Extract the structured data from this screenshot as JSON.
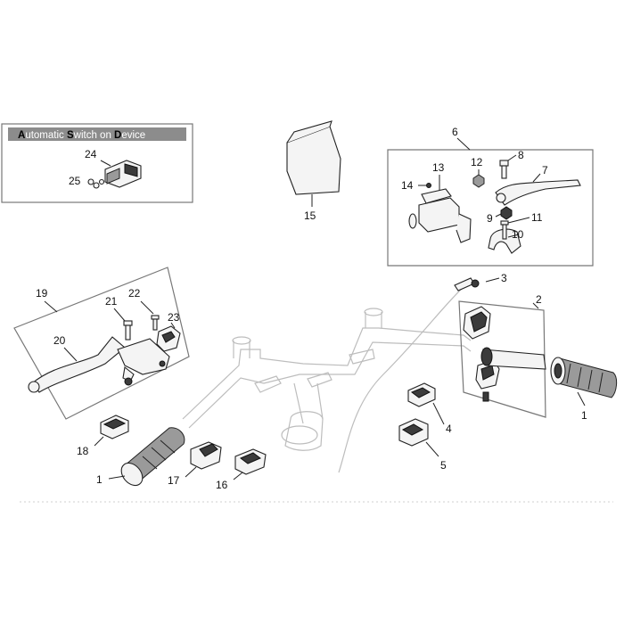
{
  "inset_box": {
    "title_parts": [
      {
        "initial": "A",
        "rest": "utomatic "
      },
      {
        "initial": "S",
        "rest": "witch on "
      },
      {
        "initial": "D",
        "rest": "evice"
      }
    ]
  },
  "callouts": {
    "c1a": "1",
    "c1b": "1",
    "c2": "2",
    "c3": "3",
    "c4": "4",
    "c5": "5",
    "c6": "6",
    "c7": "7",
    "c8": "8",
    "c9": "9",
    "c10": "10",
    "c11": "11",
    "c12": "12",
    "c13": "13",
    "c14": "14",
    "c15": "15",
    "c16": "16",
    "c17": "17",
    "c18": "18",
    "c19": "19",
    "c20": "20",
    "c21": "21",
    "c22": "22",
    "c23": "23",
    "c24": "24",
    "c25": "25"
  },
  "colors": {
    "title_bar": "#8c8c8c",
    "title_initial": "#000000",
    "title_text": "#ffffff",
    "ghost_parts": "#bdbdbd"
  }
}
